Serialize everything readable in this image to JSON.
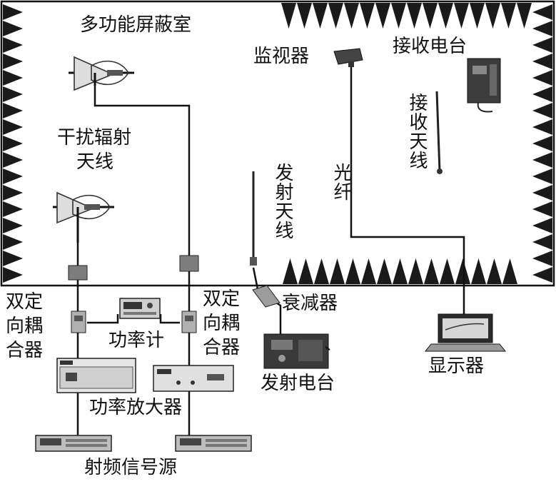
{
  "labels": {
    "room": "多功能屏蔽室",
    "monitor": "监视器",
    "rx_station": "接收电台",
    "rx_antenna": "接收天线",
    "interference_antenna_line1": "干扰辐射",
    "interference_antenna_line2": "天线",
    "fiber": "光纤",
    "tx_antenna": "发射天线",
    "attenuator": "衰减器",
    "coupler_left_line1": "双定",
    "coupler_left_line2": "向耦",
    "coupler_left_line3": "合器",
    "coupler_right_line1": "双定",
    "coupler_right_line2": "向耦",
    "coupler_right_line3": "合器",
    "power_meter": "功率计",
    "tx_station": "发射电台",
    "display": "显示器",
    "power_amplifier": "功率放大器",
    "rf_source": "射频信号源"
  },
  "colors": {
    "line": "#111111",
    "absorber": "#1a1a1a",
    "device_dark": "#2a2a2a",
    "device_gray": "#9a9a9a"
  }
}
